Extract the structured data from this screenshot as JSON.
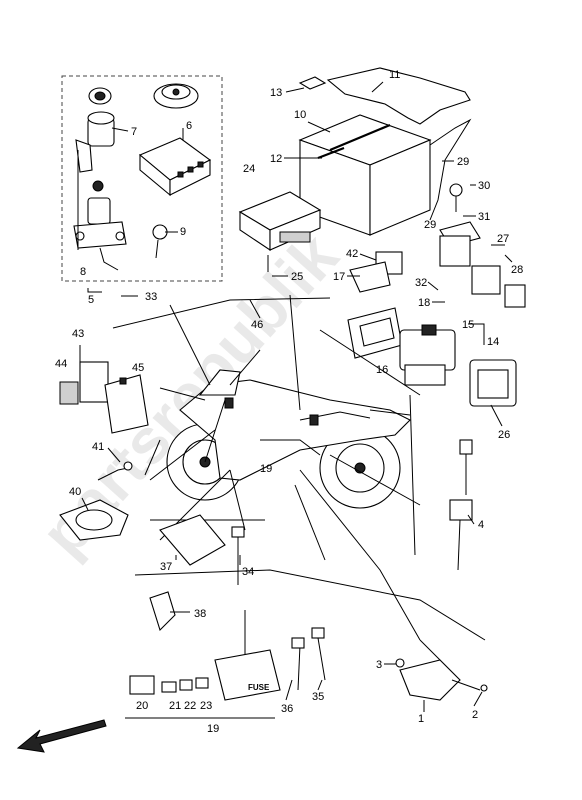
{
  "watermark": "partsrepublik",
  "fuse_label": "FUSE",
  "callouts": {
    "c1": "1",
    "c2": "2",
    "c3": "3",
    "c4": "4",
    "c5": "5",
    "c6": "6",
    "c7": "7",
    "c8": "8",
    "c9": "9",
    "c10": "10",
    "c11": "11",
    "c12": "12",
    "c13": "13",
    "c14": "14",
    "c15": "15",
    "c16": "16",
    "c17": "17",
    "c18": "18",
    "c19a": "19",
    "c19b": "19",
    "c20": "20",
    "c21": "21",
    "c22": "22",
    "c23": "23",
    "c24": "24",
    "c25": "25",
    "c26": "26",
    "c27": "27",
    "c28": "28",
    "c29a": "29",
    "c29b": "29",
    "c30": "30",
    "c31": "31",
    "c32": "32",
    "c33": "33",
    "c34": "34",
    "c35": "35",
    "c36": "36",
    "c37": "37",
    "c38": "38",
    "c40": "40",
    "c41": "41",
    "c42": "42",
    "c43": "43",
    "c44": "44",
    "c45": "45",
    "c46": "46"
  }
}
